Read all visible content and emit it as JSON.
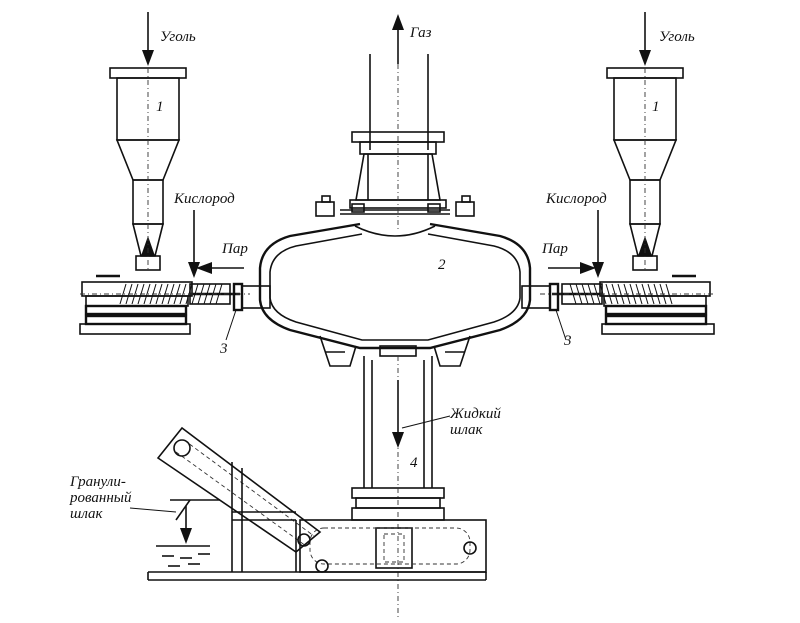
{
  "labels": {
    "coal_left": "Уголь",
    "coal_right": "Уголь",
    "gas": "Газ",
    "oxygen_left": "Кислород",
    "oxygen_right": "Кислород",
    "steam_left": "Пар",
    "steam_right": "Пар",
    "liquid_slag": "Жидкий\nшлак",
    "granulated_slag": "Гранули-\nрованный\nшлак",
    "num_1_left": "1",
    "num_1_right": "1",
    "num_2": "2",
    "num_3_left": "3",
    "num_3_right": "3",
    "num_4": "4"
  },
  "colors": {
    "ink": "#111111",
    "paper": "#ffffff"
  }
}
